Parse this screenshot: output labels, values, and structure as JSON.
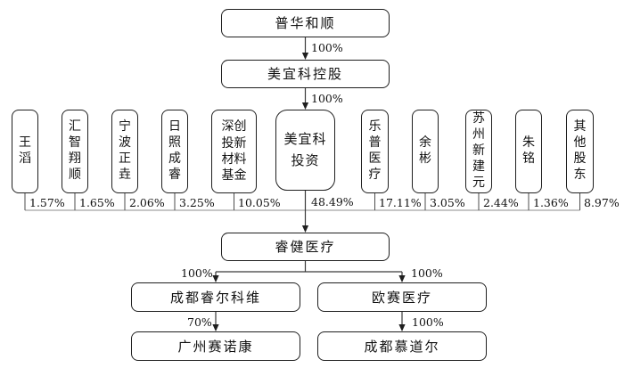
{
  "diagram_type": "equity-ownership-structure",
  "colors": {
    "background": "#ffffff",
    "box_border": "#1f1f1f",
    "arrow_line": "#3a3a3a",
    "bus_line": "#8c8c8c",
    "text": "#111111"
  },
  "nodes": {
    "puhua": {
      "label": "普华和顺"
    },
    "holding": {
      "label": "美宜科控股"
    },
    "investment": {
      "label": "美宜科投资"
    },
    "ruijian": {
      "label": "睿健医疗"
    },
    "ruierkewei": {
      "label": "成都睿尔科维"
    },
    "ousai": {
      "label": "欧赛医疗"
    },
    "sainuokang": {
      "label": "广州赛诺康"
    },
    "mudaoer": {
      "label": "成都慕道尔"
    }
  },
  "edges": {
    "puhua_to_holding": "100%",
    "holding_to_investment": "100%",
    "ruijian_to_ruierkewei": "100%",
    "ruijian_to_ousai": "100%",
    "ruierkewei_to_sainuokang": "70%",
    "ousai_to_mudaoer": "100%"
  },
  "shareholders": [
    {
      "name": "王滔",
      "pct": "1.57%"
    },
    {
      "name": "汇智翔顺",
      "pct": "1.65%"
    },
    {
      "name": "宁波正垚",
      "pct": "2.06%"
    },
    {
      "name": "日照成睿",
      "pct": "3.25%"
    },
    {
      "name": "深创投新材料基金",
      "pct": "10.05%"
    },
    {
      "name": "美宜科投资",
      "pct": "48.49%"
    },
    {
      "name": "乐普医疗",
      "pct": "17.11%"
    },
    {
      "name": "余彬",
      "pct": "3.05%"
    },
    {
      "name": "苏州新建元",
      "pct": "2.44%"
    },
    {
      "name": "朱铭",
      "pct": "1.36%"
    },
    {
      "name": "其他股东",
      "pct": "8.97%"
    }
  ]
}
